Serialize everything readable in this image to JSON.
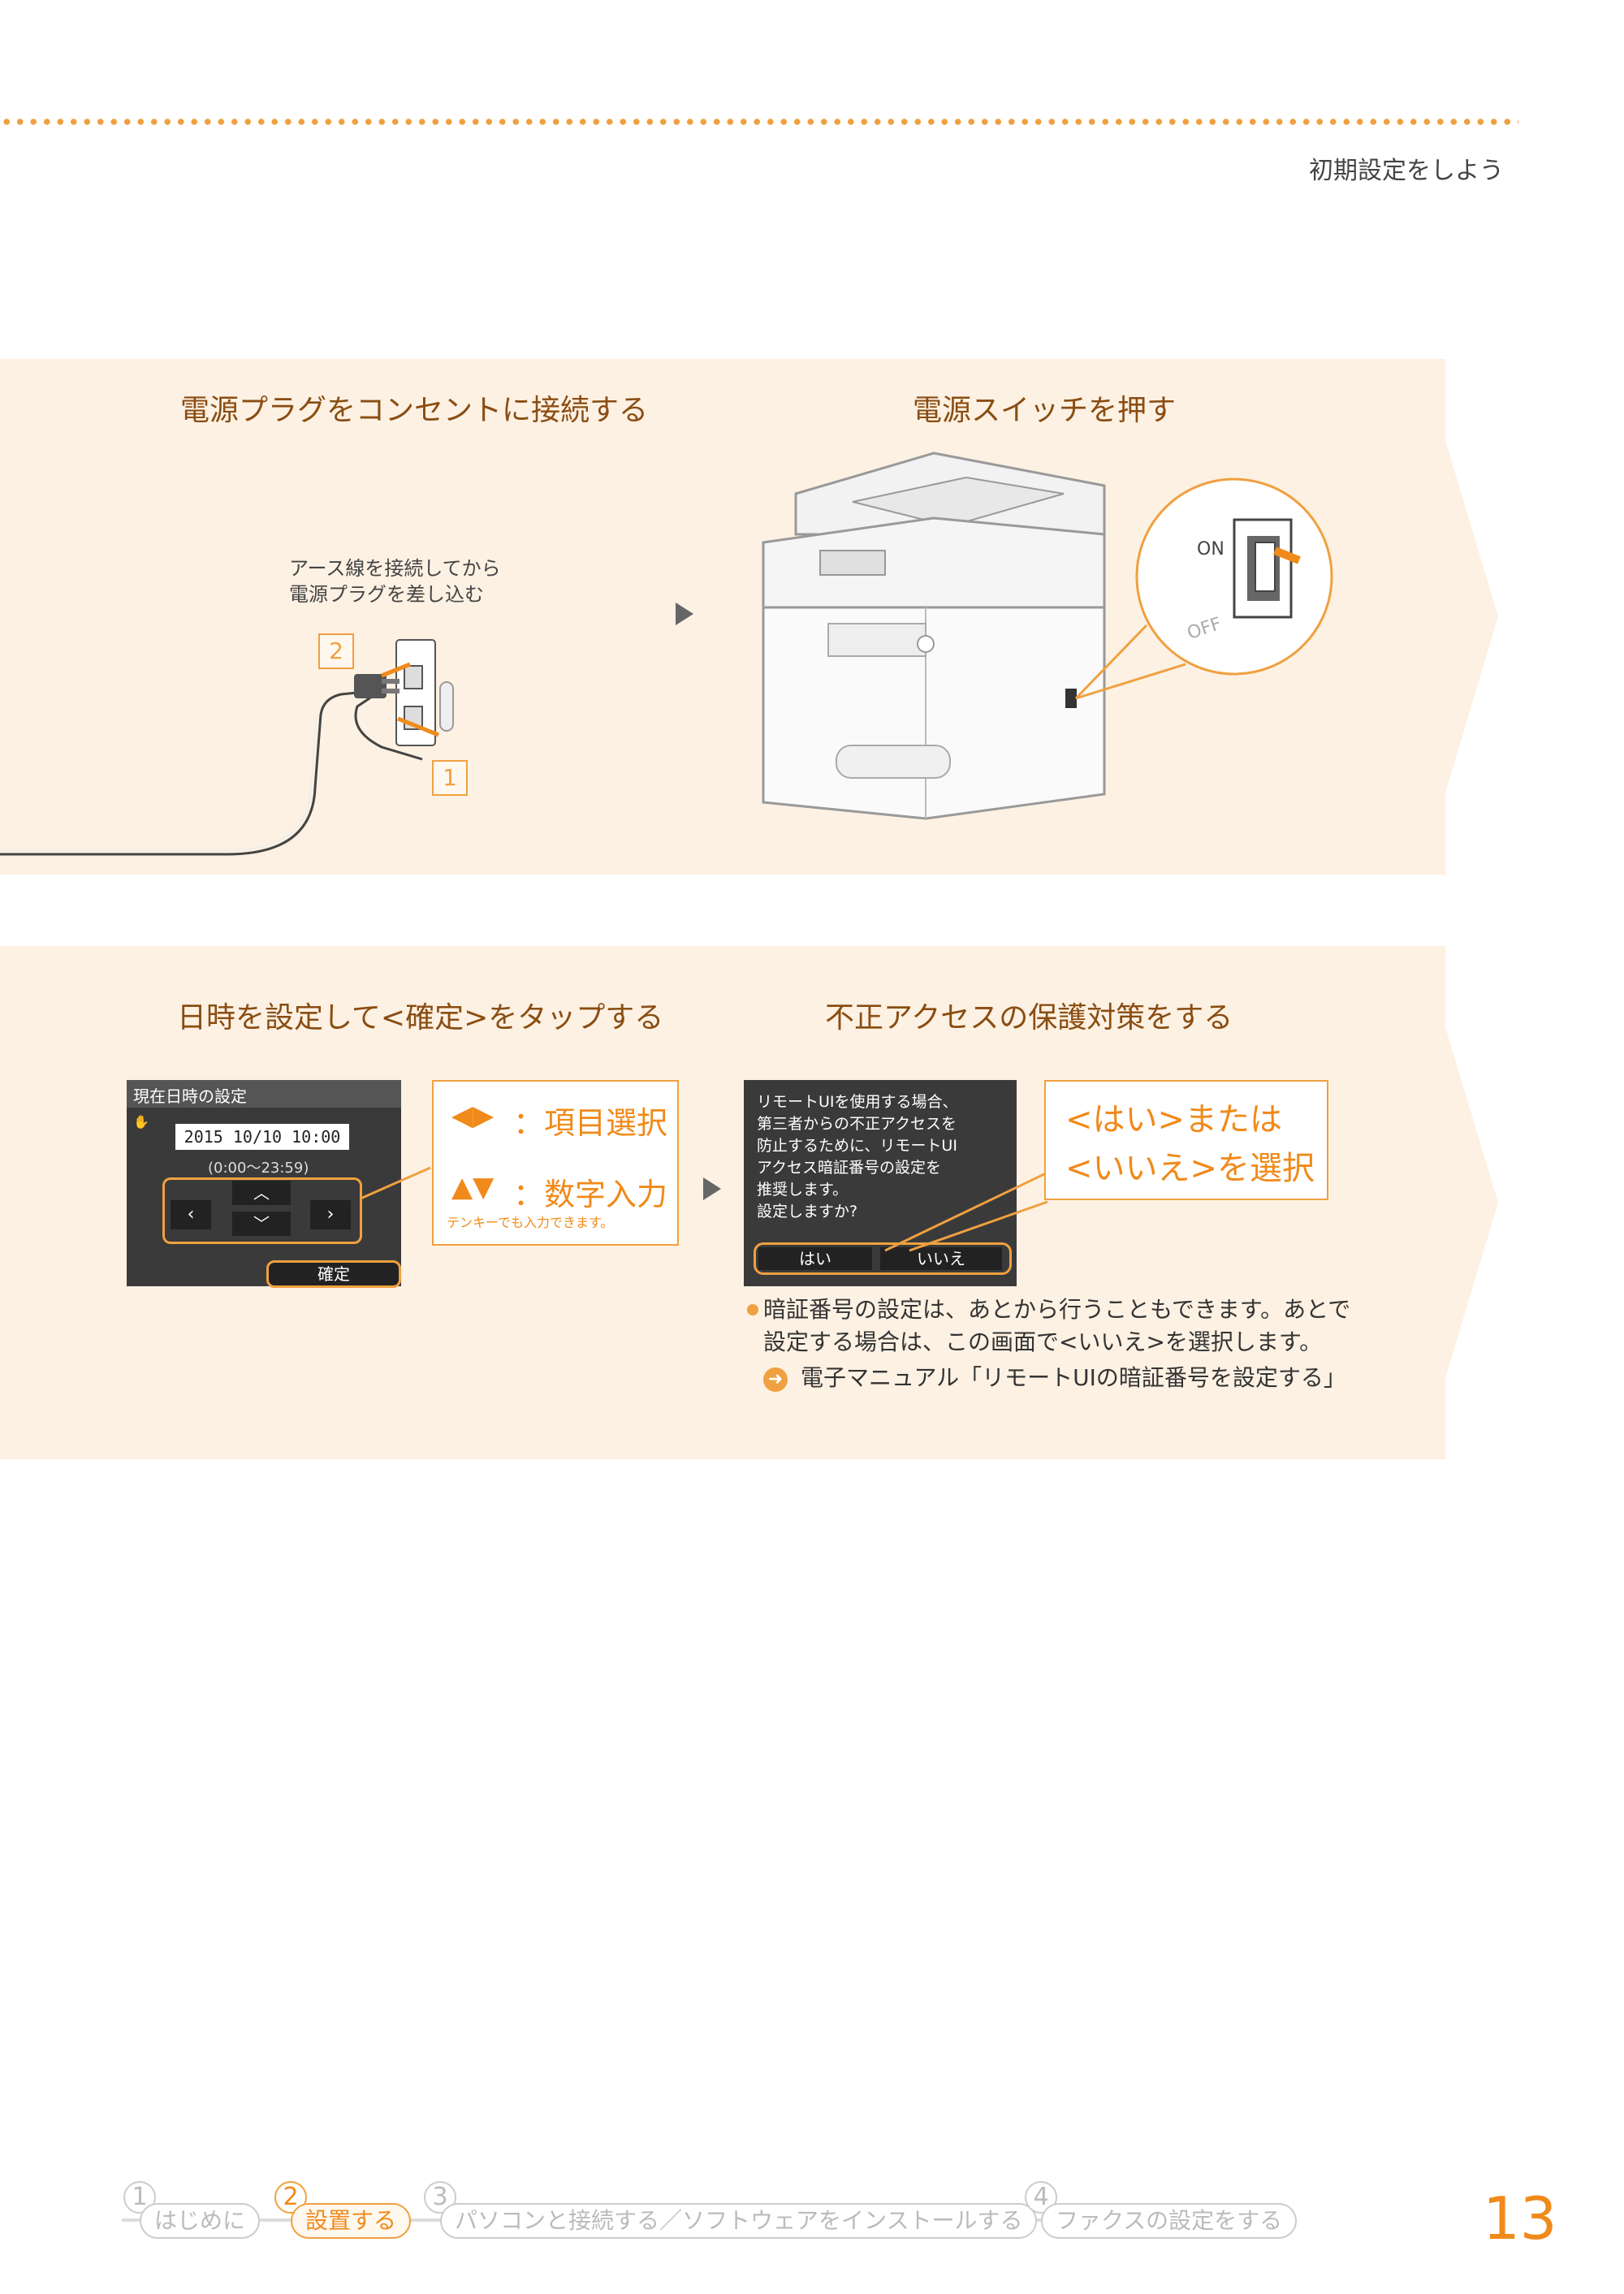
{
  "header": {
    "title": "初期設定をしよう"
  },
  "section1": {
    "step_left_title": "電源プラグをコンセントに接続する",
    "step_right_title": "電源スイッチを押す",
    "note_line1": "アース線を接続してから",
    "note_line2": "電源プラグを差し込む",
    "label_2": "2",
    "label_1": "1",
    "switch_on": "ON",
    "switch_off": "OFF"
  },
  "section2": {
    "step_left_title": "日時を設定して<確定>をタップする",
    "step_right_title": "不正アクセスの保護対策をする",
    "date_screen": {
      "header": "現在日時の設定",
      "datetime": "2015 10/10 10:00",
      "range": "(0:00～23:59)",
      "confirm": "確定"
    },
    "callout_left": {
      "line1": "：項目選択",
      "line2": "：数字入力",
      "sub": "テンキーでも入力できます。"
    },
    "remote_screen": {
      "line1": "リモートUIを使用する場合、",
      "line2": "第三者からの不正アクセスを",
      "line3": "防止するために、リモートUI",
      "line4": "アクセス暗証番号の設定を",
      "line5": "推奨します。",
      "line6": "設定しますか?",
      "yes": "はい",
      "no": "いいえ"
    },
    "callout_right": {
      "line1": "<はい>または",
      "line2": "<いいえ>を選択"
    },
    "bullet": {
      "line1": "暗証番号の設定は、あとから行うこともできます。あとで",
      "line2": "設定する場合は、この画面で<いいえ>を選択します。",
      "link": "電子マニュアル「リモートUIの暗証番号を設定する」"
    }
  },
  "footer": {
    "steps": [
      {
        "num": "1",
        "label": "はじめに"
      },
      {
        "num": "2",
        "label": "設置する"
      },
      {
        "num": "3",
        "label": "パソコンと接続する／ソフトウェアをインストールする"
      },
      {
        "num": "4",
        "label": "ファクスの設定をする"
      }
    ],
    "page_number": "13"
  },
  "colors": {
    "accent": "#f08a1a",
    "band": "#fdf1e3"
  }
}
